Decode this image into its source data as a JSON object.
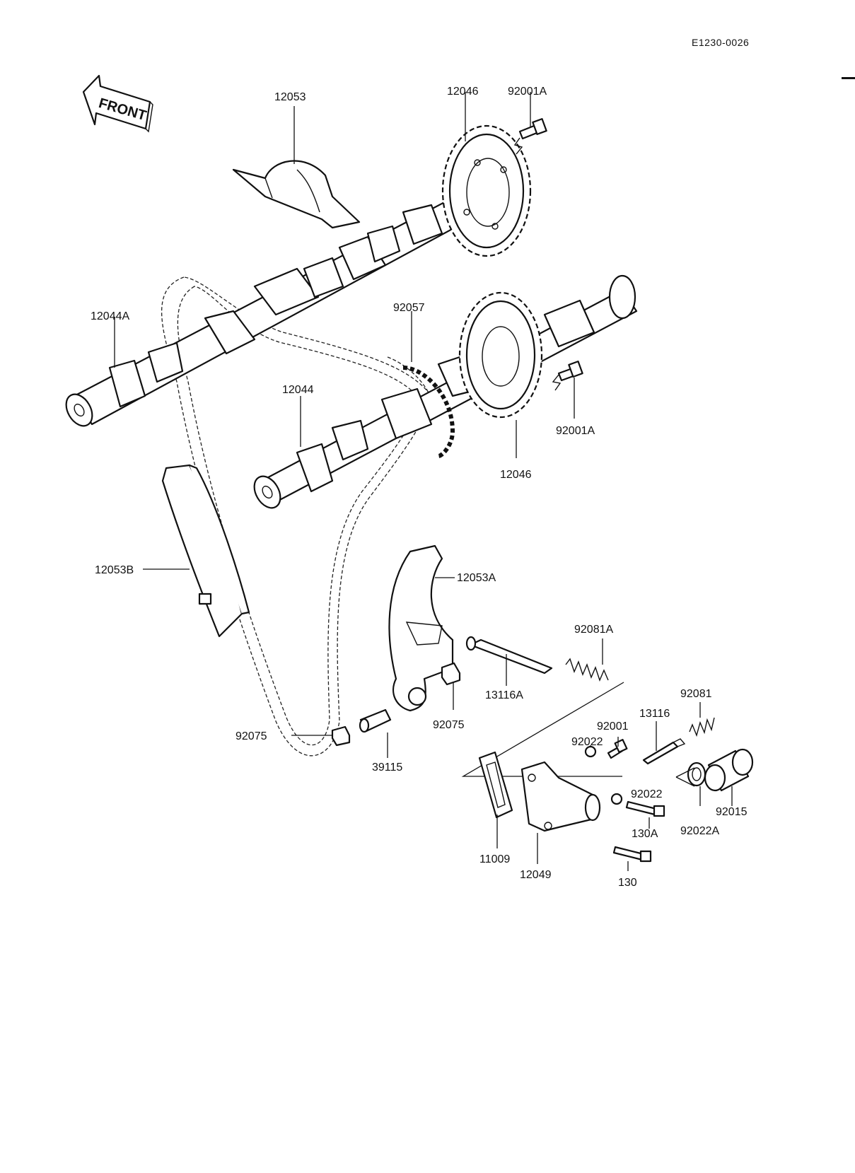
{
  "diagram_code": "E1230-0026",
  "front_label": "FRONT",
  "labels": {
    "p12053": "12053",
    "p12046_top": "12046",
    "p92001A_top": "92001A",
    "p12044A": "12044A",
    "p92057": "92057",
    "p12044": "12044",
    "p92001A_right": "92001A",
    "p12046_bottom": "12046",
    "p12053B": "12053B",
    "p12053A": "12053A",
    "p92081A": "92081A",
    "p13116A": "13116A",
    "p92075_right": "92075",
    "p92075_left": "92075",
    "p39115": "39115",
    "p92081": "92081",
    "p13116": "13116",
    "p92001": "92001",
    "p92022_upper": "92022",
    "p92022_right": "92022",
    "p92015": "92015",
    "p130A": "130A",
    "p92022A": "92022A",
    "p11009": "11009",
    "p12049": "12049",
    "p130": "130"
  },
  "icons": [
    "front-arrow-icon"
  ]
}
